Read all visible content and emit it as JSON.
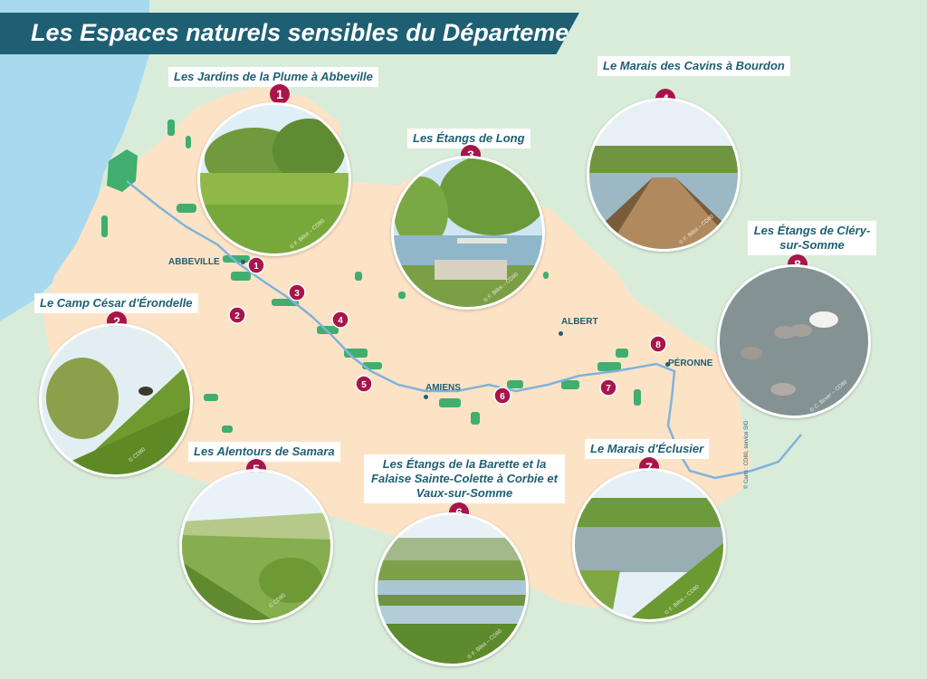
{
  "title": "Les Espaces naturels sensibles du Département",
  "colors": {
    "banner": "#1e5f73",
    "marker": "#a8154a",
    "department": "#fde3c6",
    "background": "#d9ecd9",
    "sea": "#a9d9ef",
    "river": "#7fb3dc",
    "natural_area": "#3fae6e"
  },
  "sites": [
    {
      "number": "1",
      "name": "Les Jardins de la Plume à Abbeville",
      "photo_credit": "© F. Billot – CD80",
      "photo_subject": "meadow and willow trees"
    },
    {
      "number": "2",
      "name": "Le Camp César d'Érondelle",
      "photo_credit": "© CD80",
      "photo_subject": "grassy slope with sheep"
    },
    {
      "number": "3",
      "name": "Les Étangs de Long",
      "photo_credit": "© F. Billot – CD80",
      "photo_subject": "pond with stone table"
    },
    {
      "number": "4",
      "name": "Le Marais des Cavins à Bourdon",
      "photo_credit": "© F. Billot – CD80",
      "photo_subject": "wooden boardwalk over marsh"
    },
    {
      "number": "5",
      "name": "Les Alentours de Samara",
      "photo_credit": "© CD80",
      "photo_subject": "green valley hillside"
    },
    {
      "number": "6",
      "name": "Les Étangs de la Barette et la Falaise Sainte-Colette à Corbie et Vaux-sur-Somme",
      "photo_credit": "© F. Billot – CD80",
      "photo_subject": "ponds seen from cliff"
    },
    {
      "number": "7",
      "name": "Le Marais d'Éclusier",
      "photo_credit": "© F. Billot – CD80",
      "photo_subject": "marsh pond with reeds"
    },
    {
      "number": "8",
      "name": "Les Étangs de Cléry-sur-Somme",
      "photo_credit": "© C. Bover – CD80",
      "photo_subject": "swans on a pond"
    }
  ],
  "cities": [
    "ABBEVILLE",
    "AMIENS",
    "ALBERT",
    "PÉRONNE"
  ],
  "copyright": "© Carto : CD80, service SIG"
}
